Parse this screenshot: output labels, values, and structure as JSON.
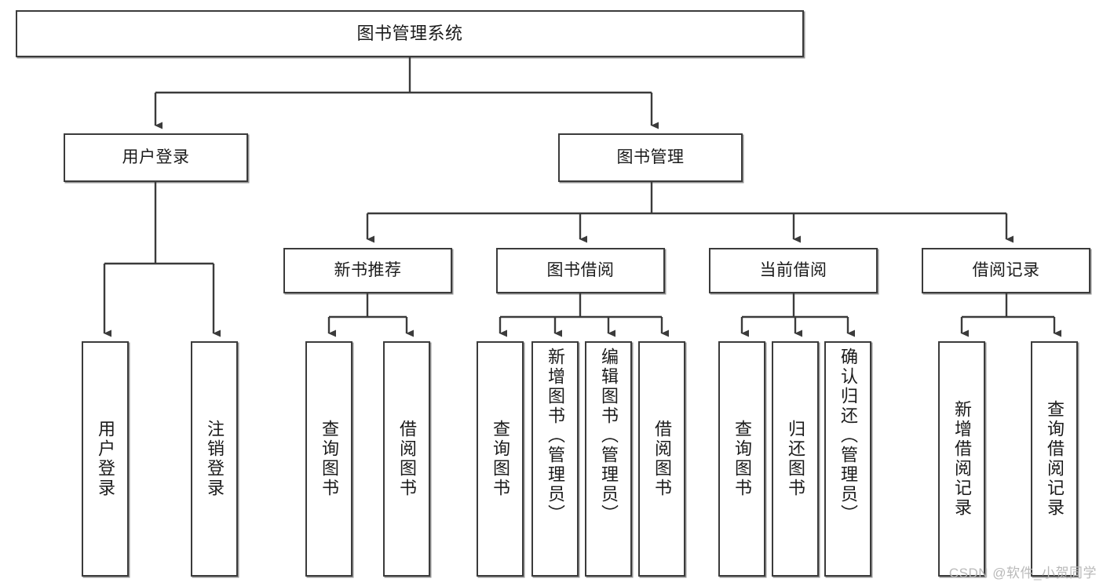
{
  "diagram": {
    "title": "图书管理系统",
    "type": "hierarchy-tree",
    "orientation": "top-down",
    "colors": {
      "box_border": "#3b3b3b",
      "box_fill": "#ffffff",
      "connector": "#3b3b3b",
      "text": "#1b1b1b",
      "watermark": "#b9b9b9",
      "background": "#ffffff"
    },
    "nodes": {
      "root": {
        "label": "图书管理系统"
      },
      "level2": [
        {
          "id": "user-login",
          "label": "用户登录"
        },
        {
          "id": "book-management",
          "label": "图书管理"
        }
      ],
      "level3": [
        {
          "id": "new-book-recommend",
          "label": "新书推荐"
        },
        {
          "id": "book-borrow",
          "label": "图书借阅"
        },
        {
          "id": "current-borrow",
          "label": "当前借阅"
        },
        {
          "id": "borrow-record",
          "label": "借阅记录"
        }
      ],
      "leaves": {
        "user-login": [
          {
            "id": "leaf-user-login",
            "label": "用户登录"
          },
          {
            "id": "leaf-logout",
            "label": "注销登录"
          }
        ],
        "new-book-recommend": [
          {
            "id": "leaf-query-book-1",
            "label": "查询图书"
          },
          {
            "id": "leaf-borrow-book-1",
            "label": "借阅图书"
          }
        ],
        "book-borrow": [
          {
            "id": "leaf-query-book-2",
            "label": "查询图书"
          },
          {
            "id": "leaf-add-book",
            "label": "新增图书（管理员）"
          },
          {
            "id": "leaf-edit-book",
            "label": "编辑图书（管理员）"
          },
          {
            "id": "leaf-borrow-book-2",
            "label": "借阅图书"
          }
        ],
        "current-borrow": [
          {
            "id": "leaf-query-book-3",
            "label": "查询图书"
          },
          {
            "id": "leaf-return-book",
            "label": "归还图书"
          },
          {
            "id": "leaf-confirm-return",
            "label": "确认归还（管理员）"
          }
        ],
        "borrow-record": [
          {
            "id": "leaf-add-record",
            "label": "新增借阅记录"
          },
          {
            "id": "leaf-query-record",
            "label": "查询借阅记录"
          }
        ]
      }
    },
    "watermark": "CSDN @软件_小贺同学"
  }
}
